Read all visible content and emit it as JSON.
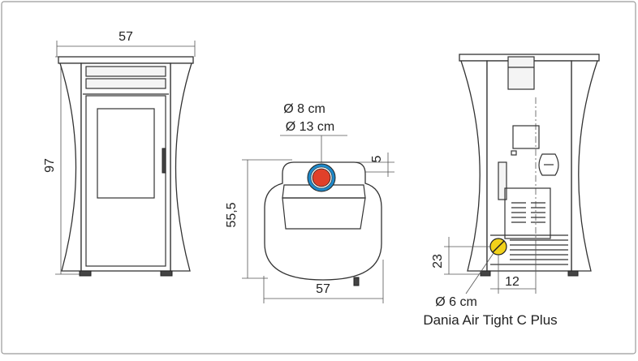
{
  "dimensions": {
    "front_width": "57",
    "front_height": "97",
    "pipe_inner": "Ø 8 cm",
    "pipe_outer": "Ø 13 cm",
    "pipe_offset": "5",
    "top_depth": "55,5",
    "top_width": "57",
    "air_height": "23",
    "air_offset": "12",
    "air_diameter": "Ø 6 cm"
  },
  "model_name": "Dania Air Tight C Plus",
  "colors": {
    "border": "#9a9a9a",
    "pipe_outer": "#1e88c8",
    "pipe_inner": "#e0402a",
    "air_intake": "#f2d21a"
  }
}
